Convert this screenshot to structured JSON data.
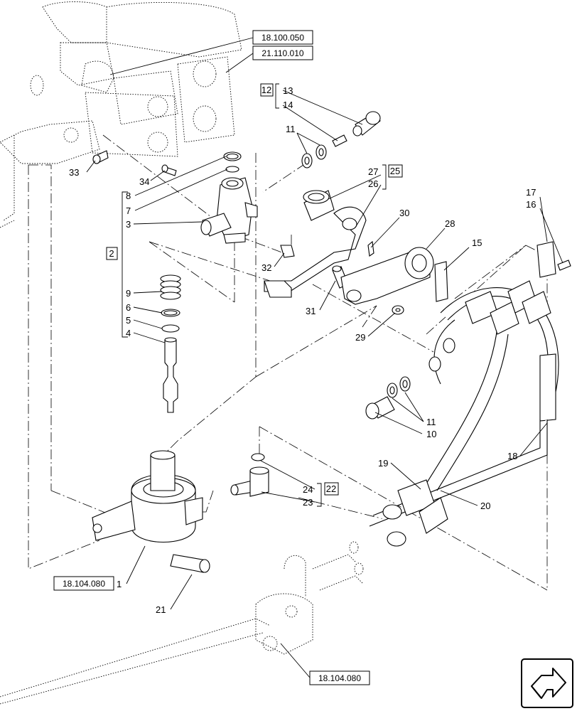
{
  "references": {
    "ref_top_1": "18.100.050",
    "ref_top_2": "21.110.010",
    "ref_bottom_left": "18.104.080",
    "ref_bottom_center": "18.104.080"
  },
  "group_boxes": {
    "g12": "12",
    "g25": "25",
    "g2": "2",
    "g22": "22"
  },
  "callouts": {
    "c13": "13",
    "c14": "14",
    "c11a": "11",
    "c27": "27",
    "c26": "26",
    "c30": "30",
    "c28": "28",
    "c15": "15",
    "c17": "17",
    "c16": "16",
    "c33": "33",
    "c34": "34",
    "c8": "8",
    "c7": "7",
    "c3": "3",
    "c32": "32",
    "c9": "9",
    "c6": "6",
    "c5": "5",
    "c4": "4",
    "c31": "31",
    "c29": "29",
    "c11b": "11",
    "c10": "10",
    "c18": "18",
    "c19": "19",
    "c20": "20",
    "c24": "24",
    "c23": "23",
    "c1": "1",
    "c21": "21"
  }
}
